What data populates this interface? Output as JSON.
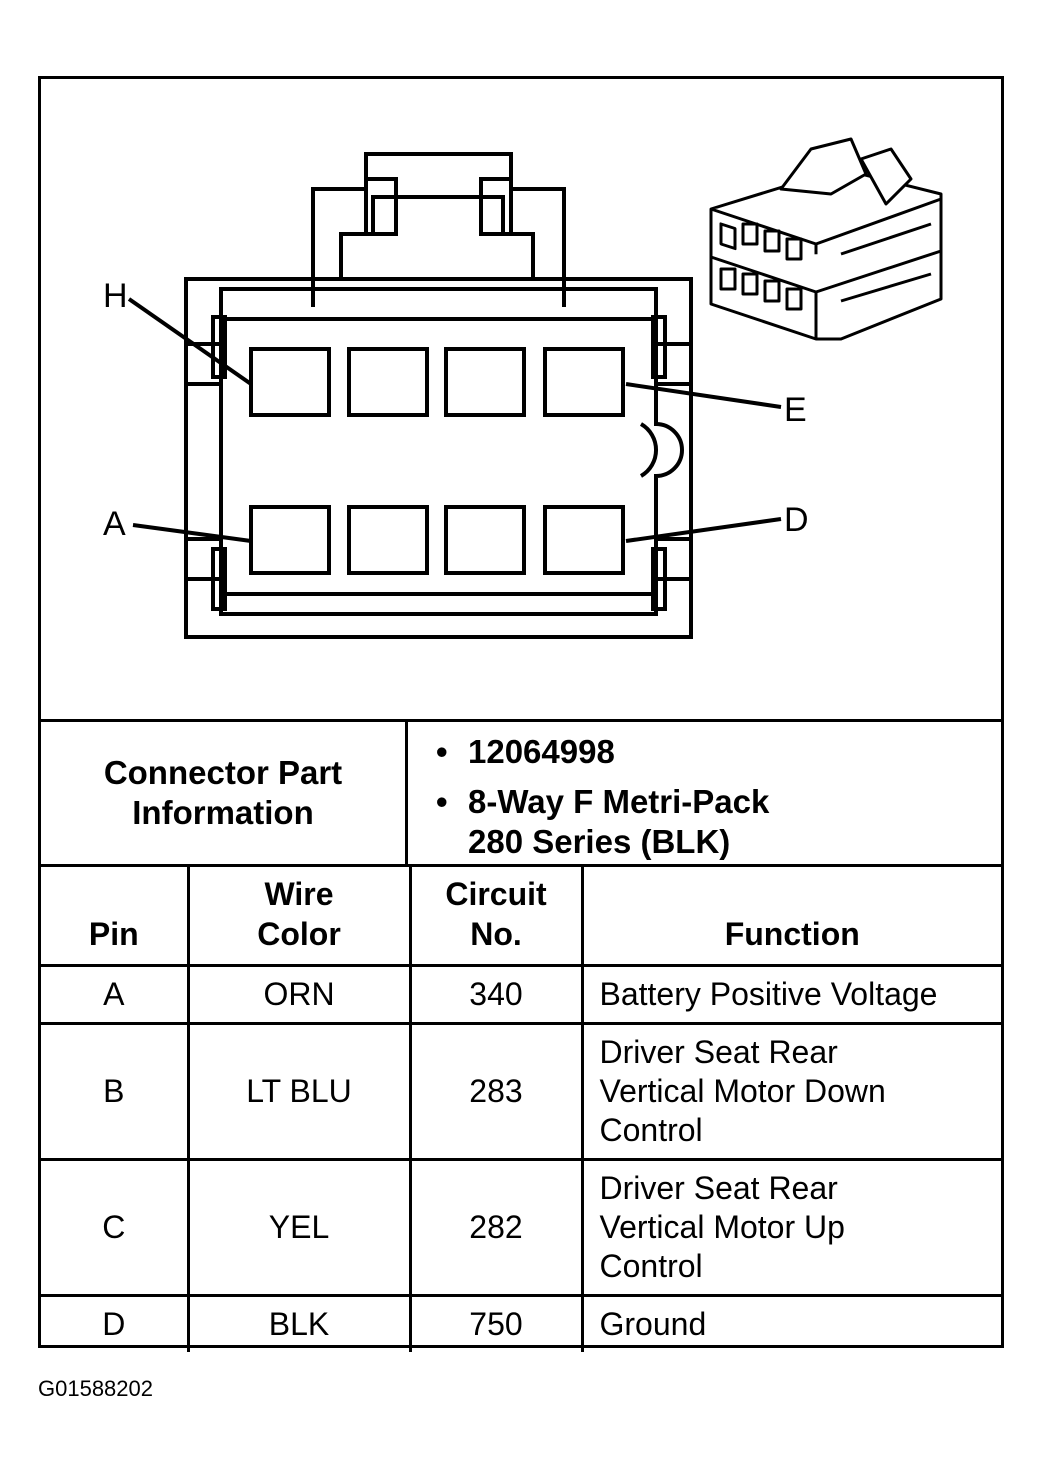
{
  "diagram": {
    "pin_callouts": [
      "H",
      "E",
      "A",
      "D"
    ]
  },
  "connector_info": {
    "label_line1": "Connector Part",
    "label_line2": "Information",
    "bullet": "•",
    "part_number": "12064998",
    "description_line1": "8-Way F Metri-Pack",
    "description_line2": "280 Series (BLK)"
  },
  "table": {
    "headers": {
      "pin": "Pin",
      "wire_color_line1": "Wire",
      "wire_color_line2": "Color",
      "circuit_line1": "Circuit",
      "circuit_line2": "No.",
      "function": "Function"
    },
    "rows": [
      {
        "pin": "A",
        "wire_color": "ORN",
        "circuit": "340",
        "function": [
          "Battery Positive Voltage"
        ]
      },
      {
        "pin": "B",
        "wire_color": "LT BLU",
        "circuit": "283",
        "function": [
          "Driver Seat Rear",
          "Vertical Motor Down",
          "Control"
        ]
      },
      {
        "pin": "C",
        "wire_color": "YEL",
        "circuit": "282",
        "function": [
          "Driver Seat Rear",
          "Vertical Motor Up",
          "Control"
        ]
      },
      {
        "pin": "D",
        "wire_color": "BLK",
        "circuit": "750",
        "function": [
          "Ground"
        ]
      }
    ]
  },
  "figure_id": "G01588202"
}
